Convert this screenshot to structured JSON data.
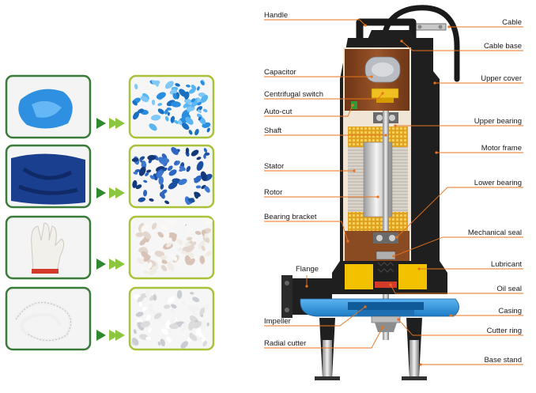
{
  "labels_left": [
    {
      "id": "handle",
      "text": "Handle"
    },
    {
      "id": "capacitor",
      "text": "Capacitor"
    },
    {
      "id": "centrifugal-switch",
      "text": "Centrifugal switch"
    },
    {
      "id": "auto-cut",
      "text": "Auto-cut"
    },
    {
      "id": "shaft",
      "text": "Shaft"
    },
    {
      "id": "stator",
      "text": "Stator"
    },
    {
      "id": "rotor",
      "text": "Rotor"
    },
    {
      "id": "bearing-bracket",
      "text": "Bearing bracket"
    },
    {
      "id": "flange",
      "text": "Flange"
    },
    {
      "id": "impeller",
      "text": "Impeller"
    },
    {
      "id": "radial-cutter",
      "text": "Radial cutter"
    }
  ],
  "labels_right": [
    {
      "id": "cable",
      "text": "Cable"
    },
    {
      "id": "cable-base",
      "text": "Cable base"
    },
    {
      "id": "upper-cover",
      "text": "Upper cover"
    },
    {
      "id": "upper-bearing",
      "text": "Upper bearing"
    },
    {
      "id": "motor-frame",
      "text": "Motor frame"
    },
    {
      "id": "lower-bearing",
      "text": "Lower bearing"
    },
    {
      "id": "mechanical-seal",
      "text": "Mechanical seal"
    },
    {
      "id": "lubricant",
      "text": "Lubricant"
    },
    {
      "id": "oil-seal",
      "text": "Oil seal"
    },
    {
      "id": "casing",
      "text": "Casing"
    },
    {
      "id": "cutter-ring",
      "text": "Cutter ring"
    },
    {
      "id": "base-stand",
      "text": "Base stand"
    }
  ],
  "photo_rows": [
    {
      "before": "blue-plastic-sheet",
      "after": "shredded-blue-plastic"
    },
    {
      "before": "dark-blue-cloth",
      "after": "shredded-blue-cloth"
    },
    {
      "before": "white-cotton-glove",
      "after": "shredded-glove-fibers"
    },
    {
      "before": "white-rope",
      "after": "shredded-rope-fibers"
    }
  ],
  "colors": {
    "frame_green": "#3a7a3a",
    "after_frame": "#a8c23a",
    "arrow_dark": "#2f8a2f",
    "arrow_light": "#8cc63f",
    "leader": "#e8731c",
    "pump_black": "#1f1f1f",
    "motor_brown": "#8a4a22",
    "lubricant_yellow": "#f2c200",
    "casing_blue": "#2a8fd8"
  }
}
